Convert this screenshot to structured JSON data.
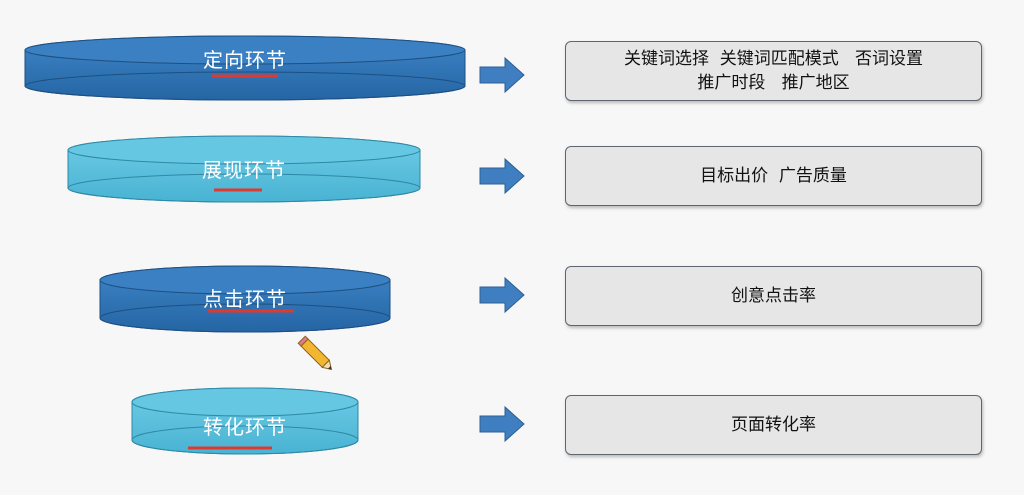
{
  "stages": [
    {
      "label": "定向环节",
      "details": [
        "关键词选择  关键词匹配模式   否词设置",
        "推广时段   推广地区"
      ]
    },
    {
      "label": "展现环节",
      "details": [
        "目标出价  广告质量"
      ]
    },
    {
      "label": "点击环节",
      "details": [
        "创意点击率"
      ]
    },
    {
      "label": "转化环节",
      "details": [
        "页面转化率"
      ]
    }
  ],
  "colors": {
    "dark_blue": "#2f74b5",
    "light_blue": "#5bc0de",
    "underline": "#e03a2f",
    "arrow": "#3f7fc1",
    "box_fill": "#e6e6e6"
  },
  "icons": [
    "right-arrow-icon",
    "pencil-icon"
  ]
}
